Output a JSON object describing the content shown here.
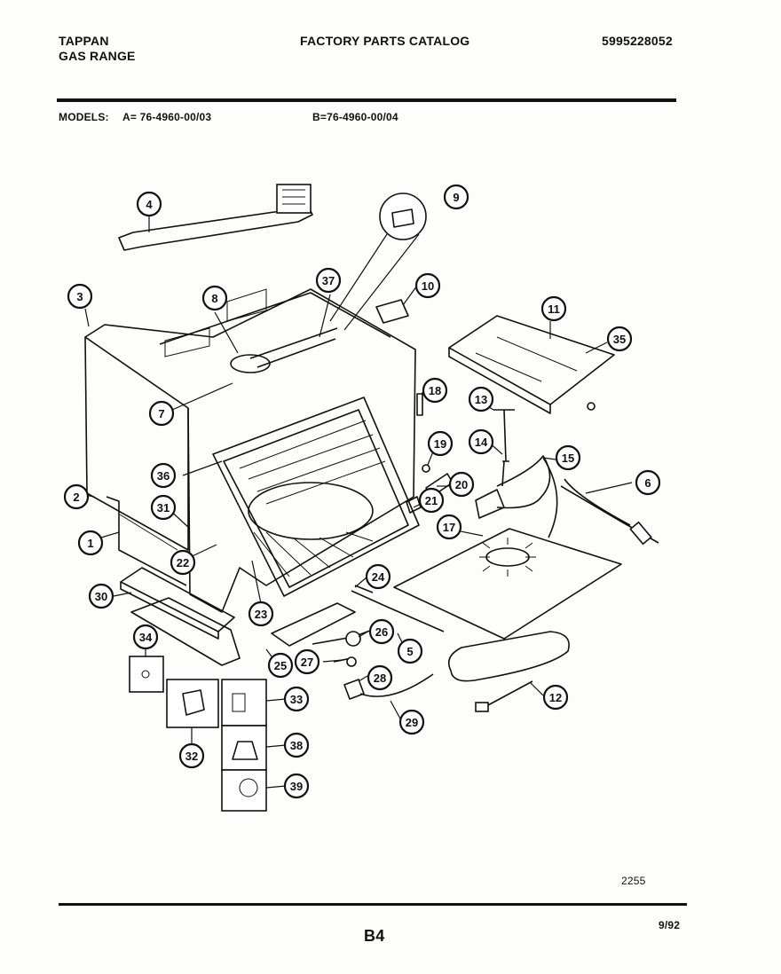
{
  "header": {
    "brand": "TAPPAN",
    "product": "GAS RANGE",
    "catalog_title": "FACTORY PARTS CATALOG",
    "catalog_number": "5995228052",
    "models_label": "MODELS:",
    "model_a": "A= 76-4960-00/03",
    "model_b": "B=76-4960-00/04"
  },
  "callouts": [
    "1",
    "2",
    "3",
    "4",
    "5",
    "6",
    "7",
    "8",
    "9",
    "10",
    "11",
    "12",
    "13",
    "14",
    "15",
    "17",
    "18",
    "19",
    "20",
    "21",
    "22",
    "23",
    "24",
    "25",
    "26",
    "27",
    "28",
    "29",
    "30",
    "31",
    "32",
    "33",
    "34",
    "35",
    "36",
    "37",
    "38",
    "39"
  ],
  "footer": {
    "figure_code": "2255",
    "page_number": "B4",
    "date": "9/92"
  }
}
